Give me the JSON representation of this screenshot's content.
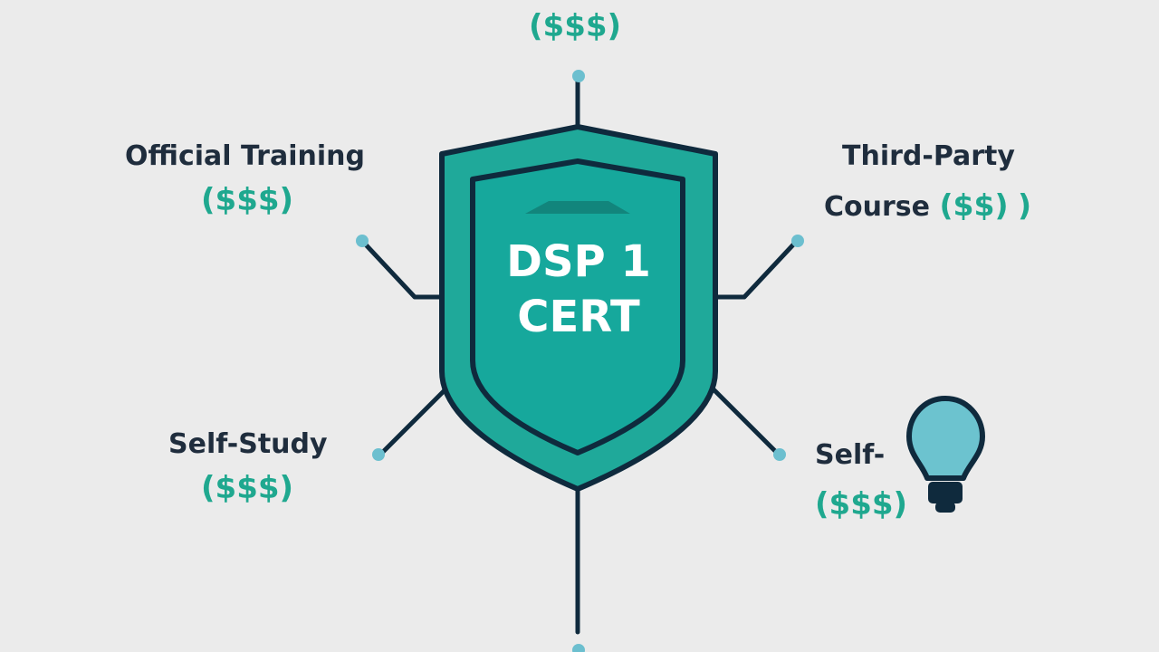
{
  "colors": {
    "background": "#ebebeb",
    "line": "#0f2a3d",
    "shield_fill": "#1fa99a",
    "shield_inner": "#16a89c",
    "shield_notch": "#12857c",
    "node_dot": "#6cbfcf",
    "price_text": "#1fa88f",
    "label_text": "#1f2d3d",
    "shield_text": "#ffffff",
    "bulb_fill": "#6cc3cf"
  },
  "center": {
    "line1": "DSP 1",
    "line2": "CERT"
  },
  "nodes": {
    "top": {
      "price": "($$$)"
    },
    "top_left": {
      "title": "Official Training",
      "price": "($$$)"
    },
    "top_right": {
      "title_line1": "Third-Party",
      "title_line2": "Course",
      "price": "($$)",
      "trailing": ")"
    },
    "bottom_left": {
      "title": "Self-Study",
      "price": "($$$)"
    },
    "bottom_right": {
      "title": "Self-",
      "price": "($$$)",
      "icon": "lightbulb-icon"
    }
  }
}
